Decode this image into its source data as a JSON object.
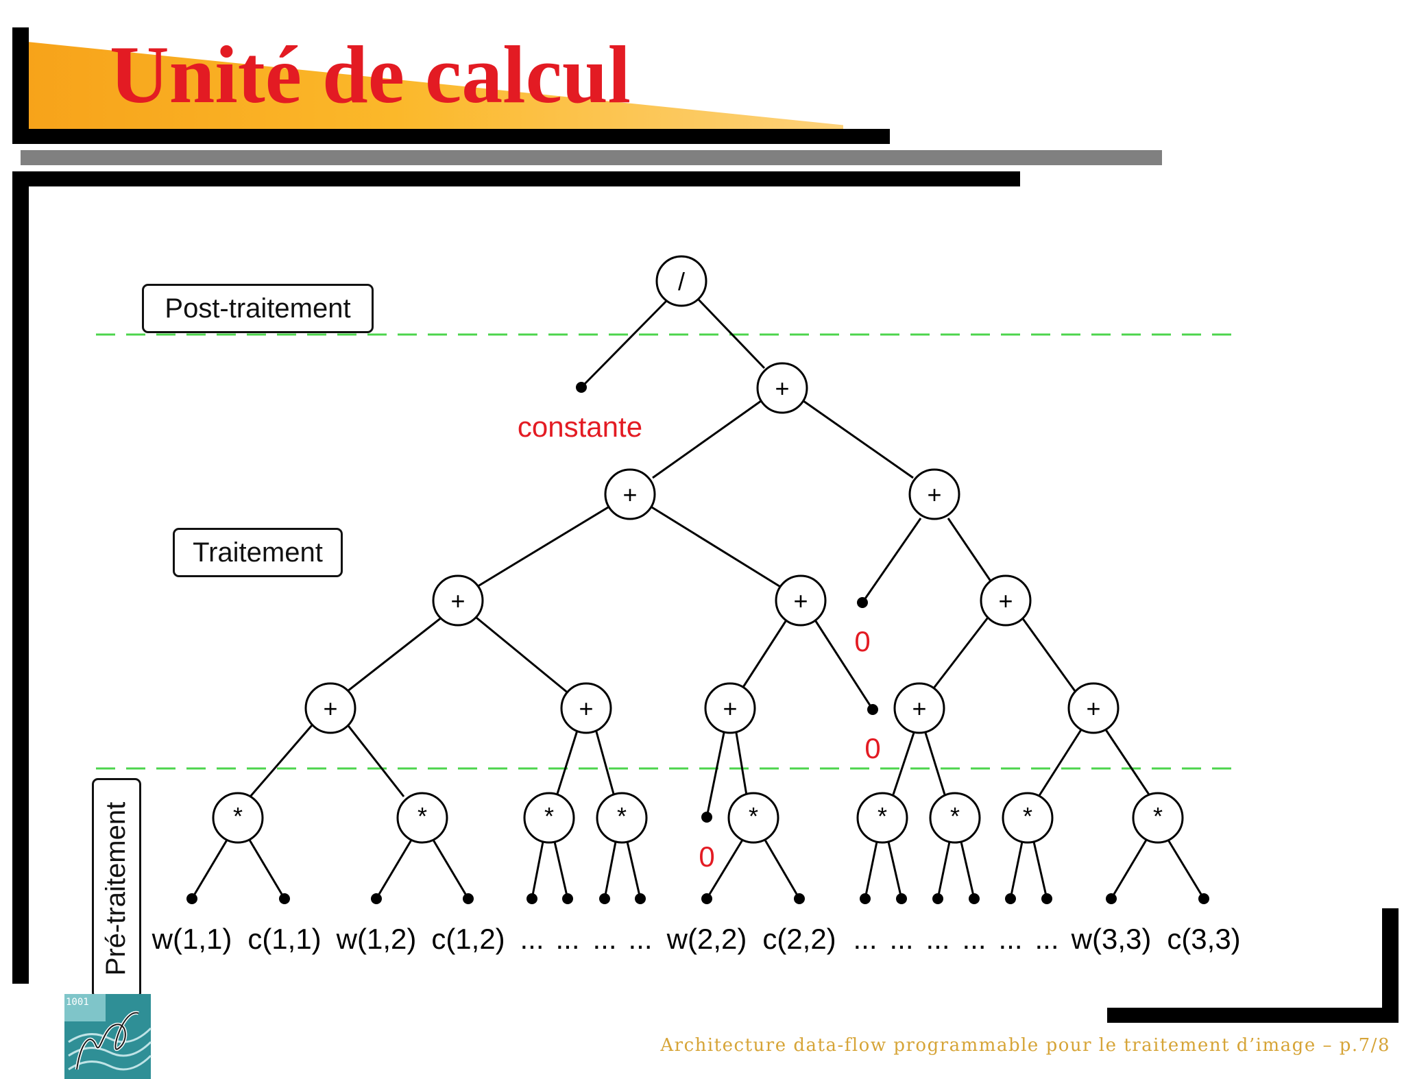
{
  "title": "Unité de calcul",
  "stages": {
    "post": "Post-traitement",
    "processing": "Traitement",
    "pre": "Pré-traitement"
  },
  "tree": {
    "root_op": "/",
    "plus_op": "+",
    "mult_op": "*",
    "constant_label": "constante",
    "zero_label": "0"
  },
  "leaf_labels": [
    "w(1,1)",
    "c(1,1)",
    "w(1,2)",
    "c(1,2)",
    "...",
    "...",
    "...",
    "...",
    "w(2,2)",
    "c(2,2)",
    "...",
    "...",
    "...",
    "...",
    "...",
    "...",
    "w(3,3)",
    "c(3,3)"
  ],
  "logo": {
    "name": "imfo-logo",
    "digits": "1001"
  },
  "footer": "Architecture data-flow programmable pour le traitement d’image – p.7/8",
  "colors": {
    "title": "#e31b23",
    "accent_orange": "#f7a31a",
    "dashed_line": "#4cd44c",
    "red_labels": "#e31b23",
    "footer": "#d6a437"
  }
}
